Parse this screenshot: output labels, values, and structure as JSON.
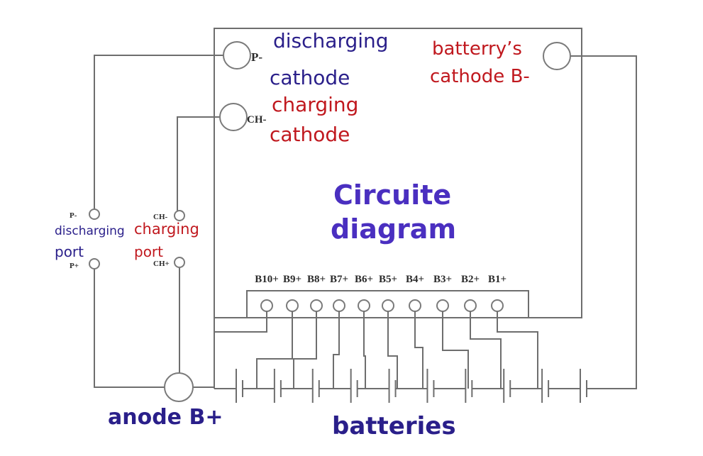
{
  "colors": {
    "wire": "#6e6e6e",
    "label_blue": "#2a1f8a",
    "label_red": "#c0181e",
    "title_purple": "#4a2fc0"
  },
  "board": {
    "title_line1": "Circuite",
    "title_line2": "diagram"
  },
  "terminals": {
    "p_minus": {
      "pin": "P-",
      "label_line1": "discharging",
      "label_line2": "cathode"
    },
    "ch_minus": {
      "pin": "CH-",
      "label_line1": "charging",
      "label_line2": "cathode"
    },
    "b_minus": {
      "label_line1": "batterry’s",
      "label_line2": "cathode B-"
    }
  },
  "ports": {
    "discharging": {
      "pin_minus": "P-",
      "pin_plus": "P+",
      "label_line1": "discharging",
      "label_line2": "port"
    },
    "charging": {
      "pin_minus": "CH-",
      "pin_plus": "CH+",
      "label_line1": "charging",
      "label_line2": "port"
    }
  },
  "balance_pins": [
    "B10+",
    "B9+",
    "B8+",
    "B7+",
    "B6+",
    "B5+",
    "B4+",
    "B3+",
    "B2+",
    "B1+"
  ],
  "anode_label": "anode B+",
  "batteries_label": "batteries",
  "cell_count": 10
}
